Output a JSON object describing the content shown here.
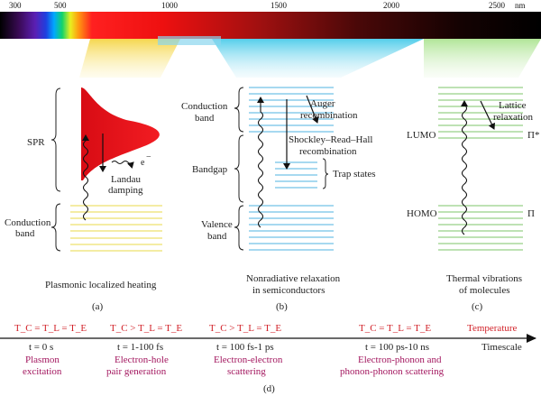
{
  "spectrum": {
    "ticks": [
      "300",
      "500",
      "1000",
      "1500",
      "2000",
      "2500"
    ],
    "unit": "nm"
  },
  "panel_a": {
    "spr": "SPR",
    "electron": "e",
    "electron_sup": "−",
    "landau_1": "Landau",
    "landau_2": "damping",
    "cond_1": "Conduction",
    "cond_2": "band",
    "caption": "Plasmonic localized heating",
    "letter": "(a)"
  },
  "panel_b": {
    "cond_1": "Conduction",
    "cond_2": "band",
    "auger_1": "Auger",
    "auger_2": "recombination",
    "srh_1": "Shockley–Read–Hall",
    "srh_2": "recombination",
    "trap": "Trap states",
    "bandgap": "Bandgap",
    "valence_1": "Valence",
    "valence_2": "band",
    "caption_1": "Nonradiative relaxation",
    "caption_2": "in semiconductors",
    "letter": "(b)"
  },
  "panel_c": {
    "lattice_1": "Lattice",
    "lattice_2": "relaxation",
    "lumo": "LUMO",
    "pi_star": "Π*",
    "homo": "HOMO",
    "pi": "Π",
    "caption_1": "Thermal vibrations",
    "caption_2": "of molecules",
    "letter": "(c)"
  },
  "timeline": {
    "temps": [
      "T_C = T_L = T_E",
      "T_C > T_L = T_E",
      "T_C > T_L = T_E",
      "T_C = T_L = T_E"
    ],
    "temperature_label": "Temperature",
    "timescale_label": "Timescale",
    "times": [
      "t = 0 s",
      "t = 1-100 fs",
      "t = 100 fs-1 ps",
      "t = 100 ps-10 ns"
    ],
    "process_1": [
      "Plasmon",
      "excitation"
    ],
    "process_2": [
      "Electron-hole",
      "pair generation"
    ],
    "process_3": [
      "Electron-electron",
      "scattering"
    ],
    "process_4": [
      "Electron-phonon and",
      "phonon-phonon scattering"
    ],
    "letter": "(d)"
  },
  "colors": {
    "spr_fill": "#e8141b",
    "yellow_levels": "#e8d84a",
    "blue_levels": "#4fb3e0",
    "green_levels": "#7cc46a",
    "temp_red": "#d2232a",
    "process_magenta": "#a3175f"
  }
}
